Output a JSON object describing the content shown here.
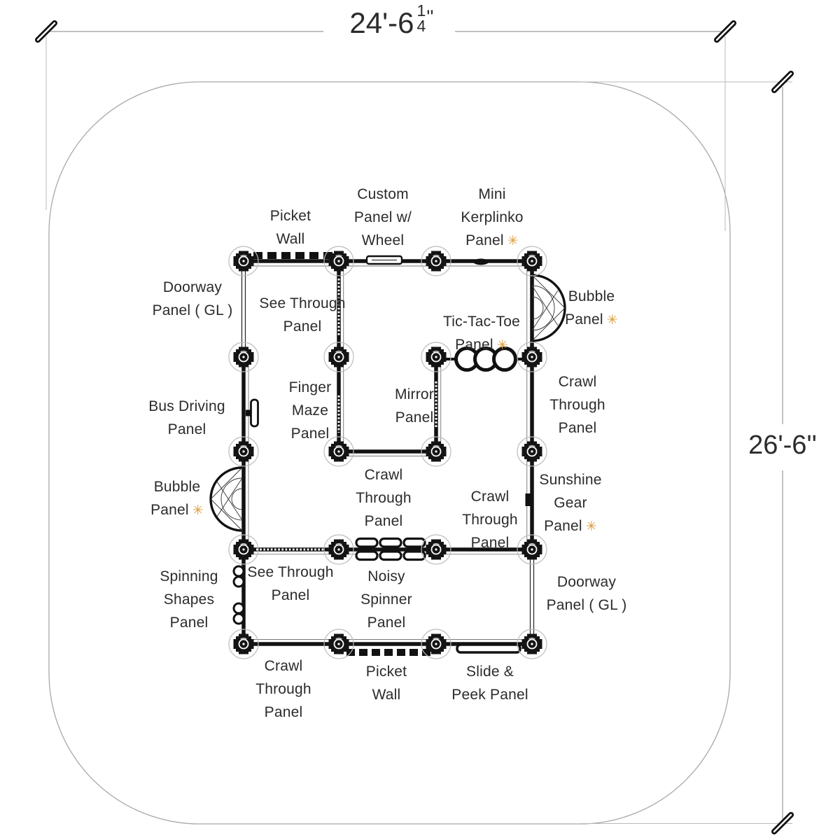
{
  "dimensions": {
    "top_width": {
      "main": "24'-6",
      "fraction_numerator": "1",
      "fraction_denominator": "4",
      "inches_mark": "''"
    },
    "right_height": {
      "text": "26'-6''"
    }
  },
  "icons": {
    "star": "✳"
  },
  "colors": {
    "star_accent": "#d99c3a",
    "ink": "#121212",
    "dim_line": "#9a9a9a"
  },
  "labels": {
    "picket_wall_top": {
      "text": "Picket\nWall"
    },
    "custom_panel_wheel": {
      "text": "Custom\nPanel w/\nWheel"
    },
    "mini_kerplinko": {
      "text": "Mini\nKerplinko\nPanel"
    },
    "doorway_left": {
      "text": "Doorway\nPanel ( GL )"
    },
    "see_through_top": {
      "text": "See Through\nPanel"
    },
    "tic_tac_toe": {
      "text": "Tic-Tac-Toe\nPanel"
    },
    "bubble_right": {
      "text": "Bubble\nPanel"
    },
    "finger_maze": {
      "text": "Finger\nMaze\nPanel"
    },
    "mirror": {
      "text": "Mirror\nPanel"
    },
    "crawl_right_upper": {
      "text": "Crawl\nThrough\nPanel"
    },
    "bus_driving": {
      "text": "Bus Driving\nPanel"
    },
    "bubble_left": {
      "text": "Bubble\nPanel"
    },
    "crawl_middle": {
      "text": "Crawl\nThrough\nPanel"
    },
    "crawl_right_lower": {
      "text": "Crawl\nThrough\nPanel"
    },
    "sunshine_gear": {
      "text": "Sunshine\nGear\nPanel"
    },
    "spinning_shapes": {
      "text": "Spinning\nShapes\nPanel"
    },
    "see_through_bottom": {
      "text": "See Through\nPanel"
    },
    "noisy_spinner": {
      "text": "Noisy\nSpinner\nPanel"
    },
    "doorway_right": {
      "text": "Doorway\nPanel ( GL )"
    },
    "crawl_bottom": {
      "text": "Crawl\nThrough\nPanel"
    },
    "picket_wall_bottom": {
      "text": "Picket\nWall"
    },
    "slide_peek": {
      "text": "Slide &\nPeek Panel"
    }
  }
}
